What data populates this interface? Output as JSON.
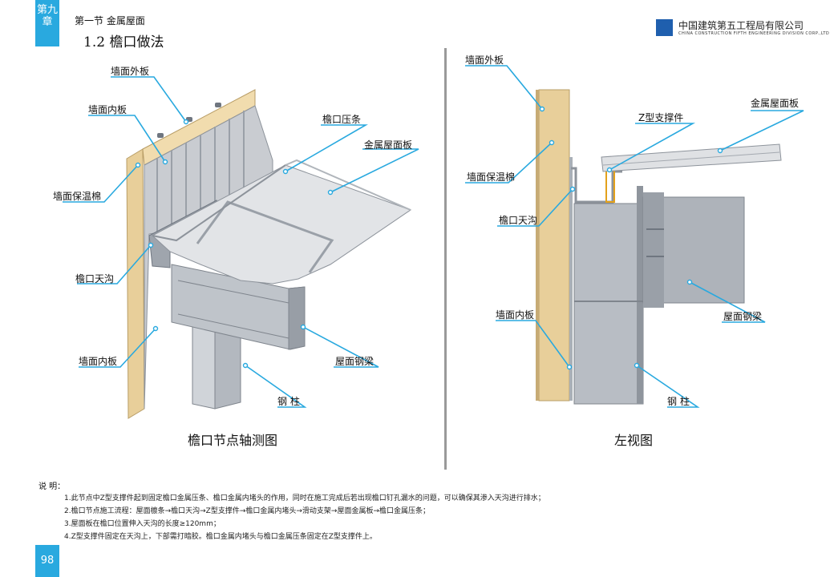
{
  "header": {
    "chapter": "第九章",
    "section": "第一节  金属屋面",
    "title": "1.2 檐口做法",
    "company_cn": "中国建筑第五工程局有限公司",
    "company_en": "CHINA CONSTRUCTION FIFTH ENGINEERING DIVISION CORP.,LTD"
  },
  "axo": {
    "labels": {
      "wall_outer": "墙面外板",
      "wall_inner_top": "墙面内板",
      "wall_insulation": "墙面保温棉",
      "gutter": "檐口天沟",
      "wall_inner_bottom": "墙面内板",
      "eave_strip": "檐口压条",
      "roof_panel": "金属屋面板",
      "roof_beam": "屋面钢梁",
      "column": "钢  柱"
    },
    "caption": "檐口节点轴测图"
  },
  "side": {
    "labels": {
      "wall_outer": "墙面外板",
      "z_support": "Z型支撑件",
      "roof_panel": "金属屋面板",
      "wall_insulation": "墙面保温棉",
      "gutter": "檐口天沟",
      "wall_inner": "墙面内板",
      "roof_beam": "屋面钢梁",
      "column": "钢  柱"
    },
    "caption": "左视图"
  },
  "notes": {
    "heading": "说  明：",
    "items": [
      "1.此节点中Z型支撑件起到固定檐口金属压条、檐口金属内堵头的作用，同时在施工完成后若出现檐口钉孔漏水的问题，可以确保其渗入天沟进行排水；",
      "2.檐口节点施工流程：屋面檩条→檐口天沟→Z型支撑件→檐口金属内堵头→滑动支架→屋面金属板→檐口金属压条；",
      "3.屋面板在檐口位置伸入天沟的长度≥120mm；",
      "4.Z型支撑件固定在天沟上，下部需打暗胶。檐口金属内堵头与檐口金属压条固定在Z型支撑件上。"
    ]
  },
  "page": "98",
  "colors": {
    "accent": "#29a9df",
    "insulation": "#e8cf9a",
    "steel": "#a9aeb6",
    "leader": "#29a9df"
  }
}
